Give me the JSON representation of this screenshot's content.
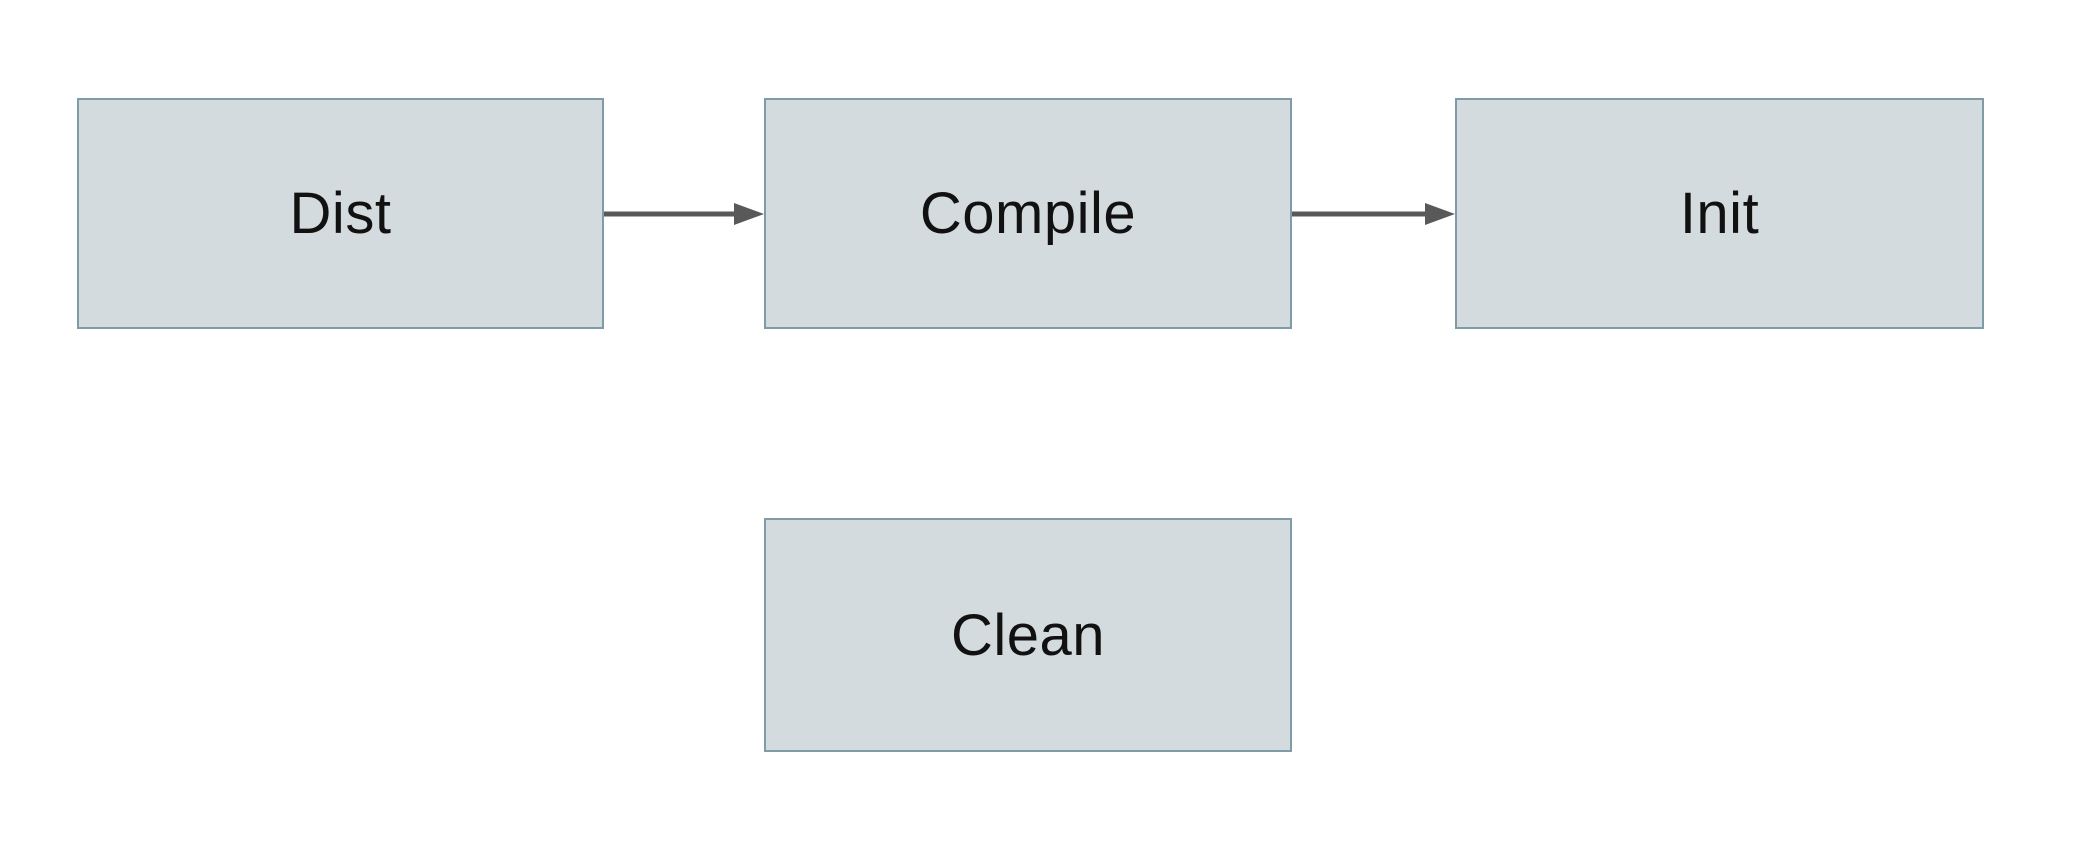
{
  "diagram": {
    "title": "build-tasks-flow",
    "nodes": [
      {
        "id": "dist",
        "label": "Dist"
      },
      {
        "id": "compile",
        "label": "Compile"
      },
      {
        "id": "init",
        "label": "Init"
      },
      {
        "id": "clean",
        "label": "Clean"
      }
    ],
    "edges": [
      {
        "from": "Dist",
        "to": "Compile",
        "direction": "right"
      },
      {
        "from": "Compile",
        "to": "Init",
        "direction": "right"
      }
    ],
    "colors": {
      "node_fill": "#d3dbde",
      "node_border": "#7f9ba8",
      "arrow": "#595959",
      "text": "#111111",
      "background": "#ffffff"
    }
  }
}
